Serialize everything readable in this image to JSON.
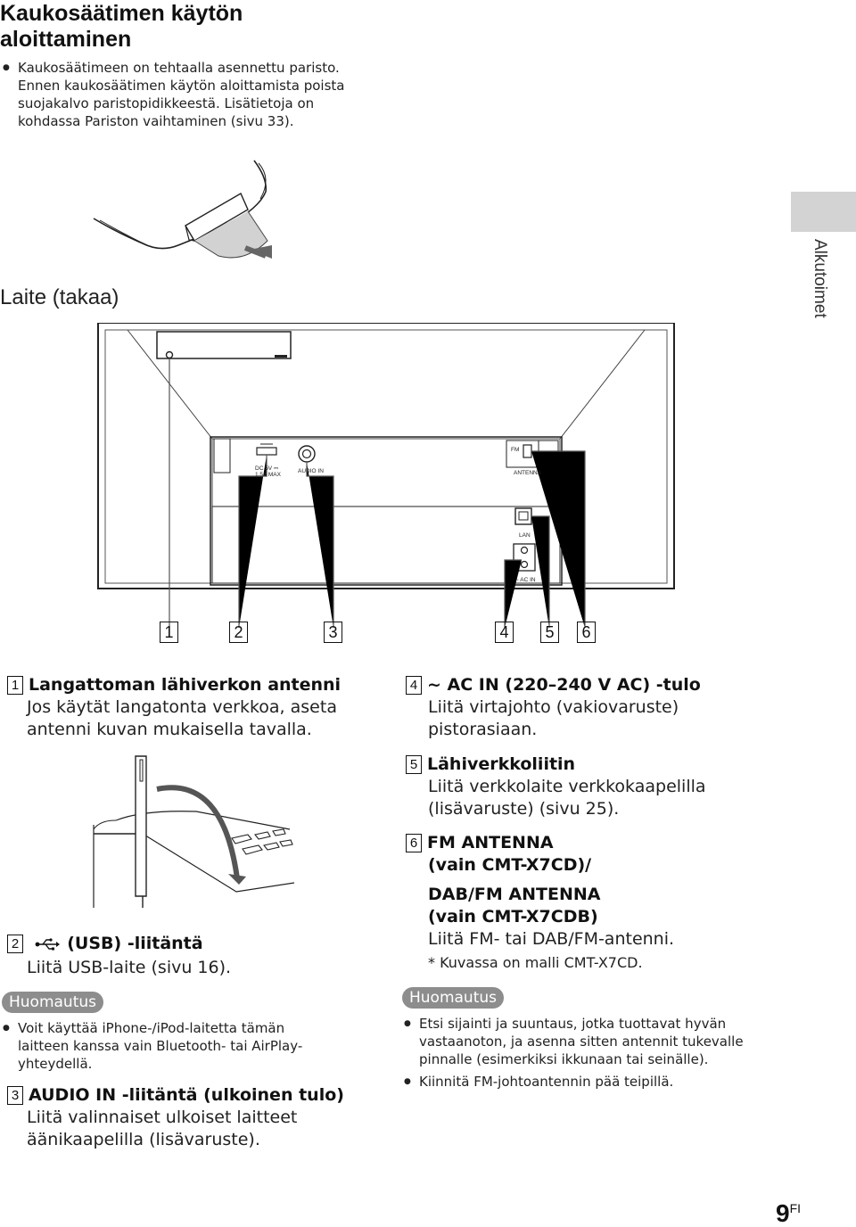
{
  "header": {
    "title_line1": "Kaukosäätimen käytön",
    "title_line2": "aloittaminen",
    "intro_bullet_lines": [
      "Kaukosäätimeen on tehtaalla asennettu paristo.",
      "Ennen kaukosäätimen käytön aloittamista poista",
      "suojakalvo paristopidikkeestä. Lisätietoja on",
      "kohdassa Pariston vaihtaminen (sivu 33)."
    ]
  },
  "side_tab": {
    "label": "Alkutoimet"
  },
  "rear_view": {
    "heading": "Laite (takaa)",
    "port_labels": {
      "usb_rating_1": "DC 5V ⎓",
      "usb_rating_2": "1.5A MAX",
      "audio_in": "AUDIO IN",
      "fm": "FM",
      "antenna": "ANTENNA",
      "lan": "LAN",
      "ac_in": "AC IN"
    },
    "callouts": [
      "1",
      "2",
      "3",
      "4",
      "5",
      "6"
    ]
  },
  "items": {
    "item1": {
      "num": "1",
      "title": "Langattoman lähiverkon antenni",
      "desc_lines": [
        "Jos käytät langatonta verkkoa, aseta",
        "antenni kuvan mukaisella tavalla."
      ]
    },
    "item2": {
      "num": "2",
      "title": "(USB) -liitäntä",
      "desc": "Liitä USB-laite (sivu 16)."
    },
    "note_left": {
      "label": "Huomautus",
      "lines": [
        "Voit käyttää iPhone-/iPod-laitetta tämän",
        "laitteen kanssa vain Bluetooth- tai AirPlay-",
        "yhteydellä."
      ]
    },
    "item3": {
      "num": "3",
      "title": "AUDIO IN -liitäntä (ulkoinen tulo)",
      "desc_lines": [
        "Liitä valinnaiset ulkoiset laitteet",
        "äänikaapelilla (lisävaruste)."
      ]
    },
    "item4": {
      "num": "4",
      "title": "~ AC IN (220–240 V AC) -tulo",
      "desc_lines": [
        "Liitä virtajohto (vakiovaruste)",
        "pistorasiaan."
      ]
    },
    "item5": {
      "num": "5",
      "title": "Lähiverkkoliitin",
      "desc_lines": [
        "Liitä verkkolaite verkkokaapelilla",
        "(lisävaruste) (sivu 25)."
      ]
    },
    "item6": {
      "num": "6",
      "title_lines": [
        "FM ANTENNA",
        "(vain CMT-X7CD)/",
        "DAB/FM ANTENNA",
        "(vain CMT-X7CDB)"
      ],
      "desc": "Liitä FM- tai DAB/FM-antenni.",
      "footnote": "* Kuvassa on malli CMT-X7CD."
    },
    "note_right": {
      "label": "Huomautus",
      "bullet1_lines": [
        "Etsi sijainti ja suuntaus, jotka tuottavat hyvän",
        "vastaanoton, ja asenna sitten antennit tukevalle",
        "pinnalle (esimerkiksi ikkunaan tai seinälle)."
      ],
      "bullet2": "Kiinnitä FM-johtoantennin pää teipillä."
    }
  },
  "footer": {
    "page_number": "9",
    "page_suffix": "FI"
  }
}
